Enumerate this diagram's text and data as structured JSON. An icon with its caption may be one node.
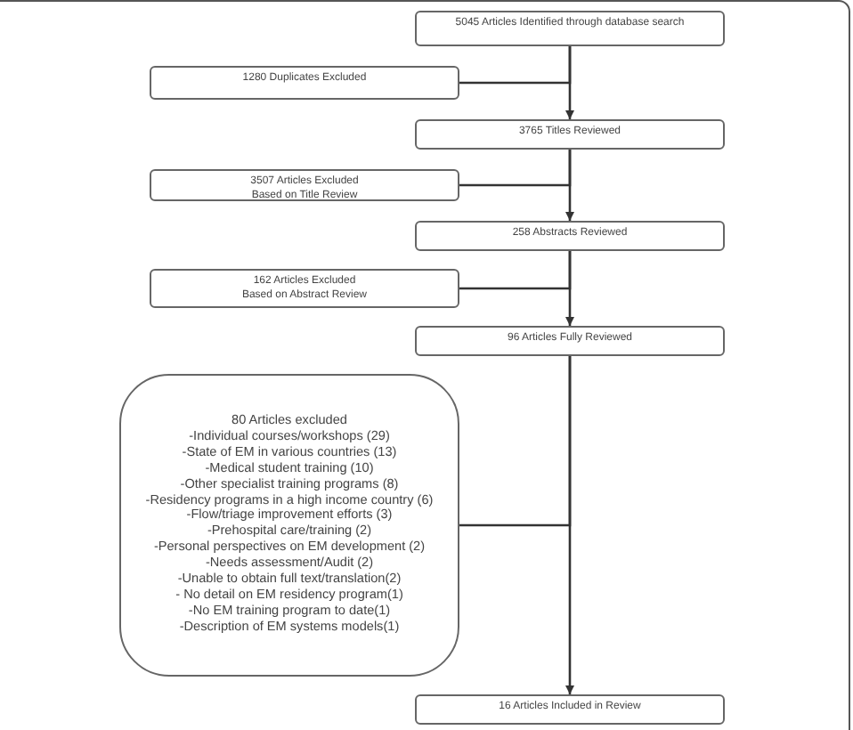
{
  "diagram": {
    "nodes": [
      {
        "text": [
          "5045 Articles Identified through database search"
        ]
      },
      {
        "text": [
          "1280 Duplicates Excluded"
        ]
      },
      {
        "text": [
          "3765 Titles Reviewed"
        ]
      },
      {
        "text": [
          "3507 Articles Excluded",
          "Based on Title Review"
        ]
      },
      {
        "text": [
          "258 Abstracts Reviewed"
        ]
      },
      {
        "text": [
          "162 Articles Excluded",
          "Based on Abstract Review"
        ]
      },
      {
        "text": [
          "96 Articles Fully Reviewed"
        ]
      },
      {
        "text": [
          "80 Articles excluded",
          "-Individual courses/workshops (29)",
          "-State of EM in various countries (13)",
          "-Medical student training (10)",
          "-Other specialist training programs (8)",
          "-Residency programs in a high income country (6)",
          "-Flow/triage improvement efforts (3)",
          "-Prehospital care/training (2)",
          "-Personal perspectives on EM development (2)",
          "-Needs assessment/Audit (2)",
          "-Unable to obtain full text/translation(2)",
          "- No detail on EM residency program(1)",
          "-No EM training program to date(1)",
          "-Description of EM systems models(1)"
        ]
      },
      {
        "text": [
          "16 Articles Included in Review"
        ]
      }
    ],
    "edges": [
      {
        "from": 0,
        "to": 2,
        "arrow": "to"
      },
      {
        "from": 0,
        "to": 1,
        "arrow": "none"
      },
      {
        "from": 2,
        "to": 4,
        "arrow": "to"
      },
      {
        "from": 2,
        "to": 3,
        "arrow": "none"
      },
      {
        "from": 4,
        "to": 6,
        "arrow": "to"
      },
      {
        "from": 4,
        "to": 5,
        "arrow": "none"
      },
      {
        "from": 6,
        "to": 8,
        "arrow": "to"
      },
      {
        "from": 6,
        "to": 7,
        "arrow": "none"
      }
    ]
  }
}
